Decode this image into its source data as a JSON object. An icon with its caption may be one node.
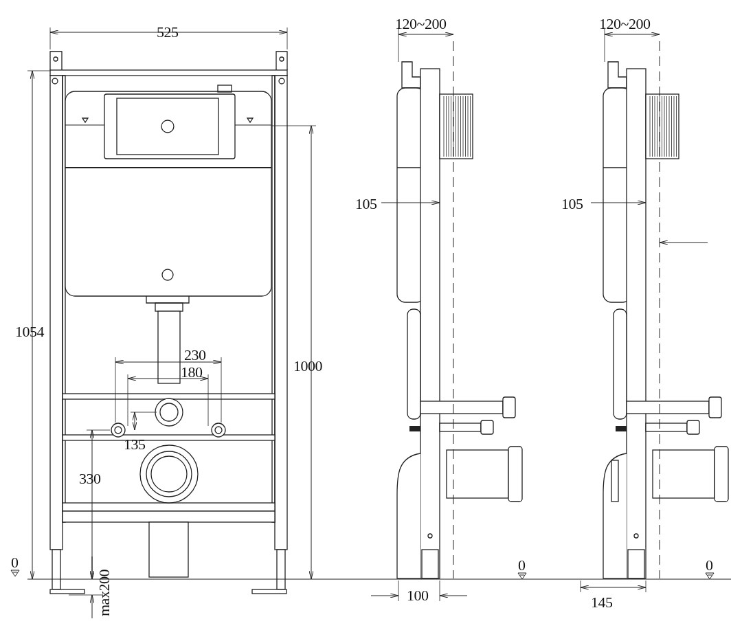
{
  "diagram": {
    "labels": [
      "525",
      "120~200",
      "120~200",
      "105",
      "105",
      "1054",
      "1000",
      "230",
      "180",
      "135",
      "330",
      "0",
      "max200",
      "0",
      "0",
      "100",
      "145"
    ]
  }
}
